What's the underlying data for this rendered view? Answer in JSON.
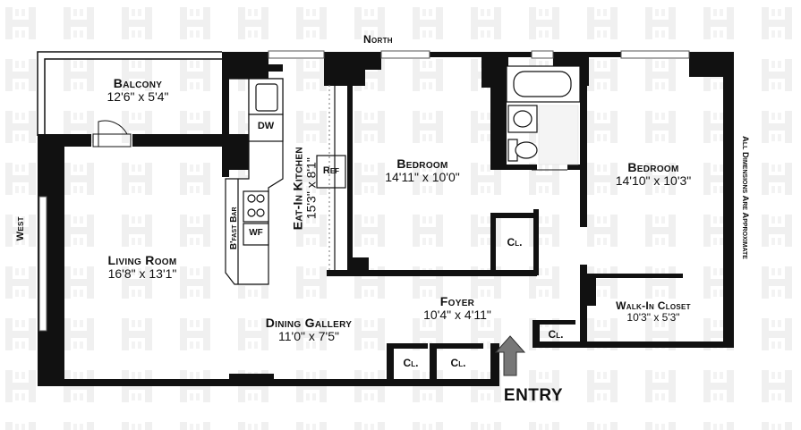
{
  "labels": {
    "north": "North",
    "west": "West",
    "note": "All Dimensions Are Approximate",
    "entry": "ENTRY"
  },
  "rooms": {
    "balcony": {
      "name": "Balcony",
      "dims": "12'6\" x 5'4\""
    },
    "living": {
      "name": "Living Room",
      "dims": "16'8\" x 13'1\""
    },
    "kitchen": {
      "name": "Eat-In Kitchen",
      "dims": "15'3\" x 8'1\""
    },
    "bedroom1": {
      "name": "Bedroom",
      "dims": "14'11\" x 10'0\""
    },
    "bedroom2": {
      "name": "Bedroom",
      "dims": "14'10\" x 10'3\""
    },
    "foyer": {
      "name": "Foyer",
      "dims": "10'4\" x 4'11\""
    },
    "dining": {
      "name": "Dining Gallery",
      "dims": "11'0\" x 7'5\""
    },
    "walkin": {
      "name": "Walk-In Closet",
      "dims": "10'3\" x 5'3\""
    }
  },
  "fixtures": {
    "dw": "DW",
    "ref": "Ref",
    "wf": "WF",
    "bfast": "B'fast Bar",
    "closet1": "Cl.",
    "closet2": "Cl.",
    "closet3": "Cl.",
    "closet4": "Cl."
  },
  "colors": {
    "wall": "#111111",
    "watermark": "#eeeeee"
  }
}
